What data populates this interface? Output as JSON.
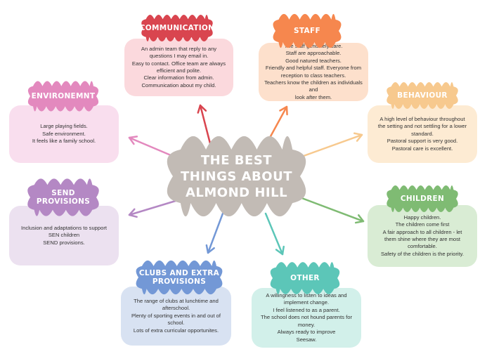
{
  "title": "THE BEST THINGS ABOUT ALMOND HILL",
  "colors": {
    "center": "#c2bbb5",
    "communication": "#d9454f",
    "staff": "#f6874e",
    "behaviour": "#f7c98e",
    "children": "#7fbb73",
    "other": "#5cc6b8",
    "clubs": "#7398d6",
    "send": "#b488c4",
    "environment": "#e389be"
  },
  "categories": [
    {
      "id": "communication",
      "label": "COMMUNICATION",
      "lines": [
        "An admin team that reply to any",
        "questions I may email in.",
        "Easy to contact. Office team are always",
        "efficient and polite.",
        "Clear information from admin.",
        "Communication about my child."
      ]
    },
    {
      "id": "staff",
      "label": "STAFF",
      "lines": [
        "The staff genuinely care.",
        "Staff are approachable.",
        "Good natured teachers.",
        "Friendly and helpful staff. Everyone from",
        "reception to class teachers.",
        "Teachers know the children as individuals and",
        "look after them."
      ]
    },
    {
      "id": "behaviour",
      "label": "BEHAVIOUR",
      "lines": [
        "A high level of behaviour throughout",
        "the setting and not settling for a lower",
        "standard.",
        "Pastoral support is very good.",
        "Pastoral care is excellent."
      ]
    },
    {
      "id": "children",
      "label": "CHILDREN",
      "lines": [
        "Happy children.",
        "The children come first",
        "A fair approach to all children - let",
        "them shine where they are most",
        "comfortable.",
        "Safety of the children is the priority."
      ]
    },
    {
      "id": "other",
      "label": "OTHER",
      "lines": [
        "A willingness to listen to ideas and",
        "implement change.",
        "I feel listened to as a parent.",
        "The school does not hound parents for",
        "money.",
        "Always ready to improve",
        "Seesaw."
      ]
    },
    {
      "id": "clubs",
      "label": "CLUBS AND EXTRA PROVISIONS",
      "lines": [
        "The range of clubs at lunchtime and",
        "afterschool.",
        "Plenty of sporting events in and out of",
        "school.",
        "Lots of extra curricular opportunites."
      ]
    },
    {
      "id": "send",
      "label": "SEND PROVISIONS",
      "lines": [
        "Inclusion and adaptations to support",
        "SEN children",
        "SEND provisions."
      ]
    },
    {
      "id": "environment",
      "label": "ENVIRONEMNT",
      "lines": [
        "Large playing fields.",
        "Safe environment.",
        "It feels like a family school."
      ]
    }
  ]
}
